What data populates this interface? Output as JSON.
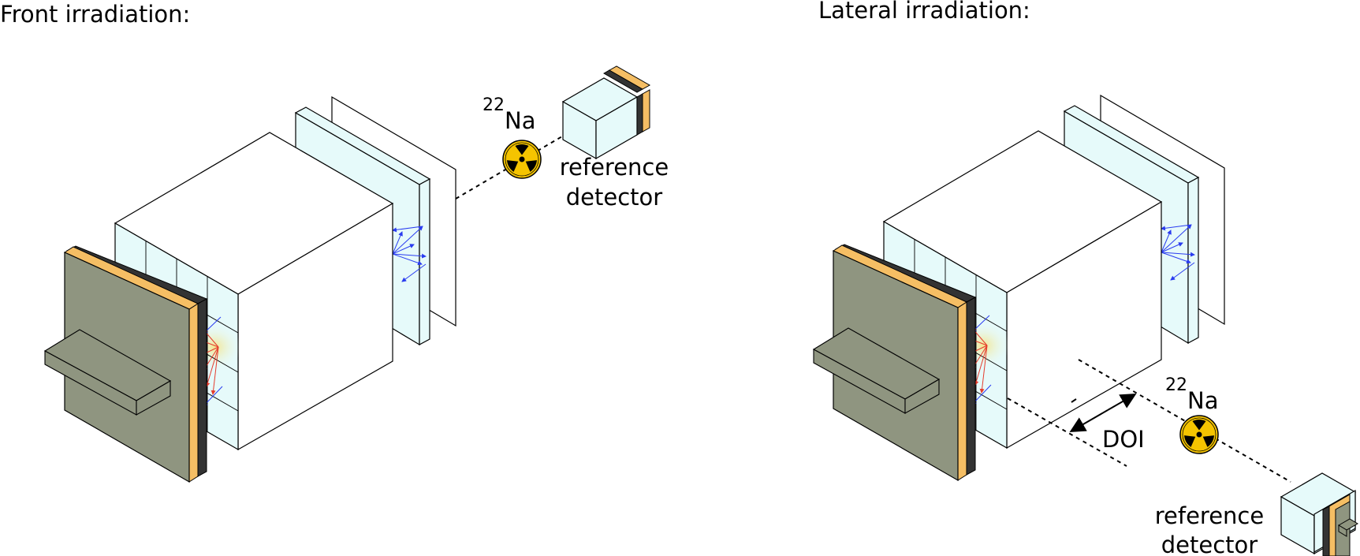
{
  "panels": {
    "front": {
      "title": "Front irradiation:",
      "isotope_mass": "22",
      "isotope_symbol": "Na",
      "reference_line1": "reference",
      "reference_line2": "detector"
    },
    "lateral": {
      "title": "Lateral irradiation:",
      "isotope_mass": "22",
      "isotope_symbol": "Na",
      "reference_line1": "reference",
      "reference_line2": "detector",
      "doi_label": "DOI"
    }
  },
  "colors": {
    "crystal_face": "#ffffff",
    "light_guide": "#e6fafa",
    "sipm_board": "#8f9580",
    "sipm_edge": "#f5be64",
    "dark_layer": "#333333",
    "radiation_symbol": "#f5c400",
    "photon_red": "#e53b2c",
    "photon_blue": "#2a3cf0"
  },
  "icons": [
    "radiation-icon",
    "radiation-icon"
  ]
}
